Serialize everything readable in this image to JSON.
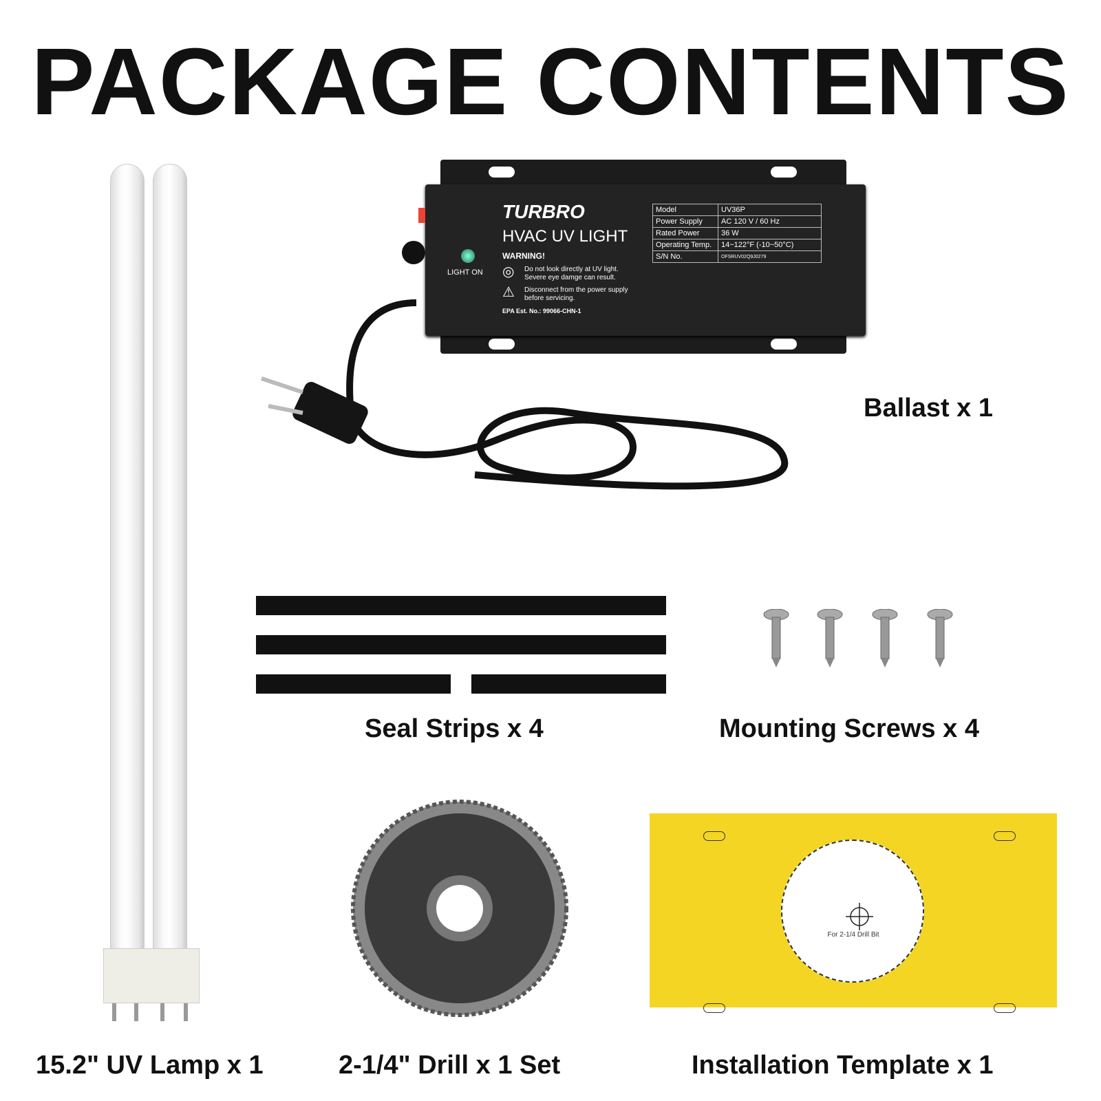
{
  "title": "PACKAGE CONTENTS",
  "items": {
    "ballast": "Ballast x 1",
    "seal_strips": "Seal Strips x 4",
    "screws": "Mounting Screws x 4",
    "lamp": "15.2\" UV Lamp x 1",
    "drill": "2-1/4\" Drill x 1 Set",
    "template": "Installation Template x 1"
  },
  "ballast_label": {
    "brand": "TURBRO",
    "product": "HVAC UV LIGHT",
    "warning": "WARNING!",
    "warn1a": "Do not look directly at UV light.",
    "warn1b": "Severe eye damge can result.",
    "warn2a": "Disconnect from the power supply",
    "warn2b": "before servicing.",
    "epa": "EPA Est. No.: 99066-CHN-1",
    "light_on": "LIGHT ON",
    "specs": [
      {
        "k": "Model",
        "v": "UV36P"
      },
      {
        "k": "Power Supply",
        "v": "AC 120 V / 60 Hz"
      },
      {
        "k": "Rated Power",
        "v": "36 W"
      },
      {
        "k": "Operating Temp.",
        "v": "14~122°F (-10~50°C)"
      },
      {
        "k": "S/N No.",
        "v": "OFSRUV02Q9J0279"
      }
    ]
  },
  "template_text": "For 2-1/4 Drill Bit",
  "colors": {
    "template": "#f4d524",
    "ballast": "#232323"
  }
}
